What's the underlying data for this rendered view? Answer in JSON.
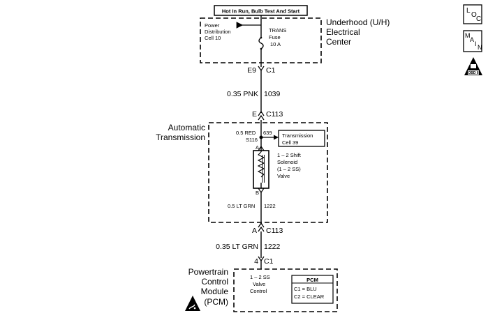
{
  "header_box": {
    "label": "Hot In Run, Bulb Test And Start"
  },
  "underhood": {
    "title_lines": [
      "Underhood (U/H)",
      "Electrical",
      "Center"
    ],
    "power_dist_lines": [
      "Power",
      "Distribution",
      "Cell 10"
    ],
    "fuse_lines": [
      "TRANS",
      "Fuse",
      "10 A"
    ]
  },
  "connector_e9": {
    "pin": "E9",
    "connector": "C1"
  },
  "wire_1039": {
    "label": "0.35 PNK",
    "circuit": "1039"
  },
  "connector_c113_top": {
    "pin": "E",
    "connector": "C113"
  },
  "automatic_transmission": {
    "title_lines": [
      "Automatic",
      "Transmission"
    ],
    "splice_wire": "0.5 RED",
    "splice_circuit": "639",
    "splice_id": "S116",
    "transmission_cell_lines": [
      "Transmission",
      "Cell 39"
    ],
    "solenoid_pin_top": "A",
    "solenoid_pin_bottom": "B",
    "solenoid_lines": [
      "1 – 2 Shift",
      "Solenoid",
      "(1 – 2 SS)",
      "Valve"
    ],
    "wire_inside": "0.5 LT GRN",
    "wire_inside_circuit": "1222"
  },
  "connector_c113_bottom": {
    "pin": "A",
    "connector": "C113"
  },
  "wire_1222": {
    "label": "0.35 LT GRN",
    "circuit": "1222"
  },
  "connector_c1_pcm": {
    "pin": "4",
    "connector": "C1"
  },
  "pcm": {
    "title_lines": [
      "Powertrain",
      "Control",
      "Module",
      "(PCM)"
    ],
    "valve_control_lines": [
      "1 – 2 SS",
      "Valve",
      "Control"
    ],
    "legend_title": "PCM",
    "legend_lines": [
      "C1 = BLU",
      "C2 = CLEAR"
    ]
  },
  "right_icons": {
    "loc_letters": [
      "L",
      "O",
      "C"
    ],
    "main_letters": [
      "M",
      "A",
      "I",
      "N"
    ],
    "obd_label": "OBD II"
  }
}
